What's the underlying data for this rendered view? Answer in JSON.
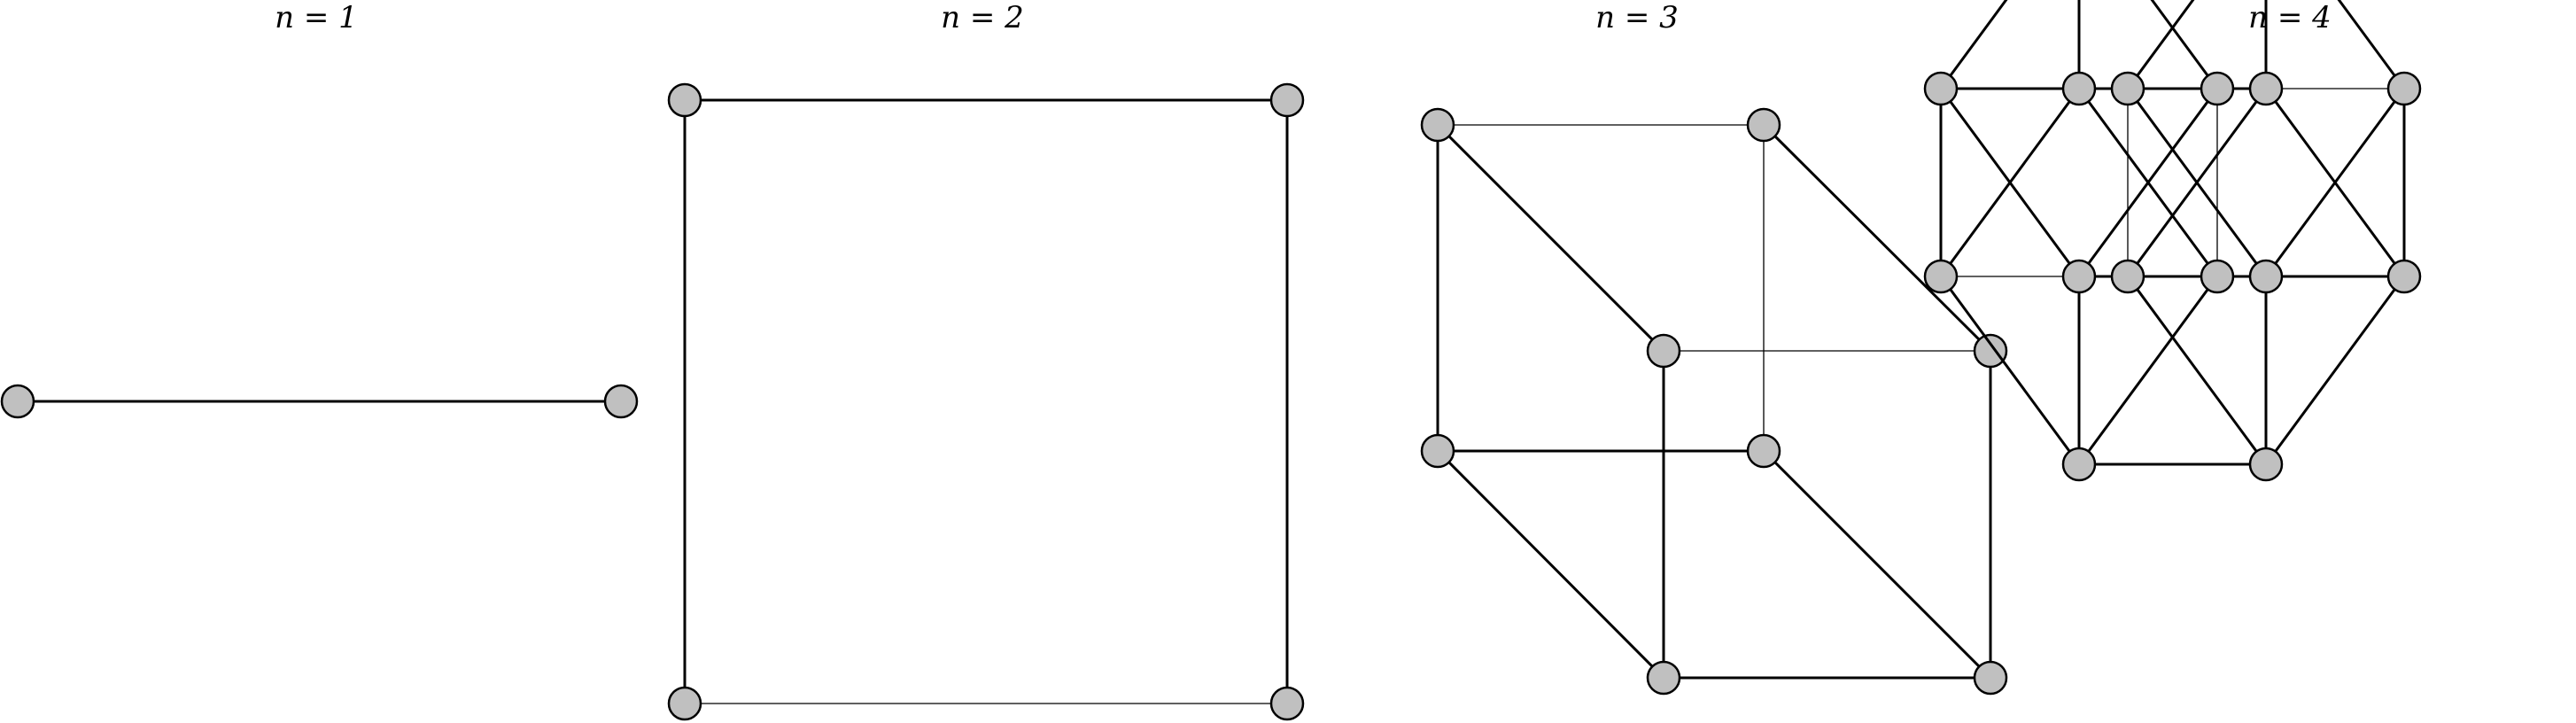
{
  "figure": {
    "panels": [
      {
        "id": "p1",
        "title": "n = 1"
      },
      {
        "id": "p2",
        "title": "n = 2"
      },
      {
        "id": "p3",
        "title": "n = 3"
      },
      {
        "id": "p4",
        "title": "n = 4"
      }
    ]
  },
  "colors": {
    "node_fill": "#c0c0c0",
    "node_stroke": "#000000",
    "edge": "#000000",
    "background": "#ffffff"
  }
}
